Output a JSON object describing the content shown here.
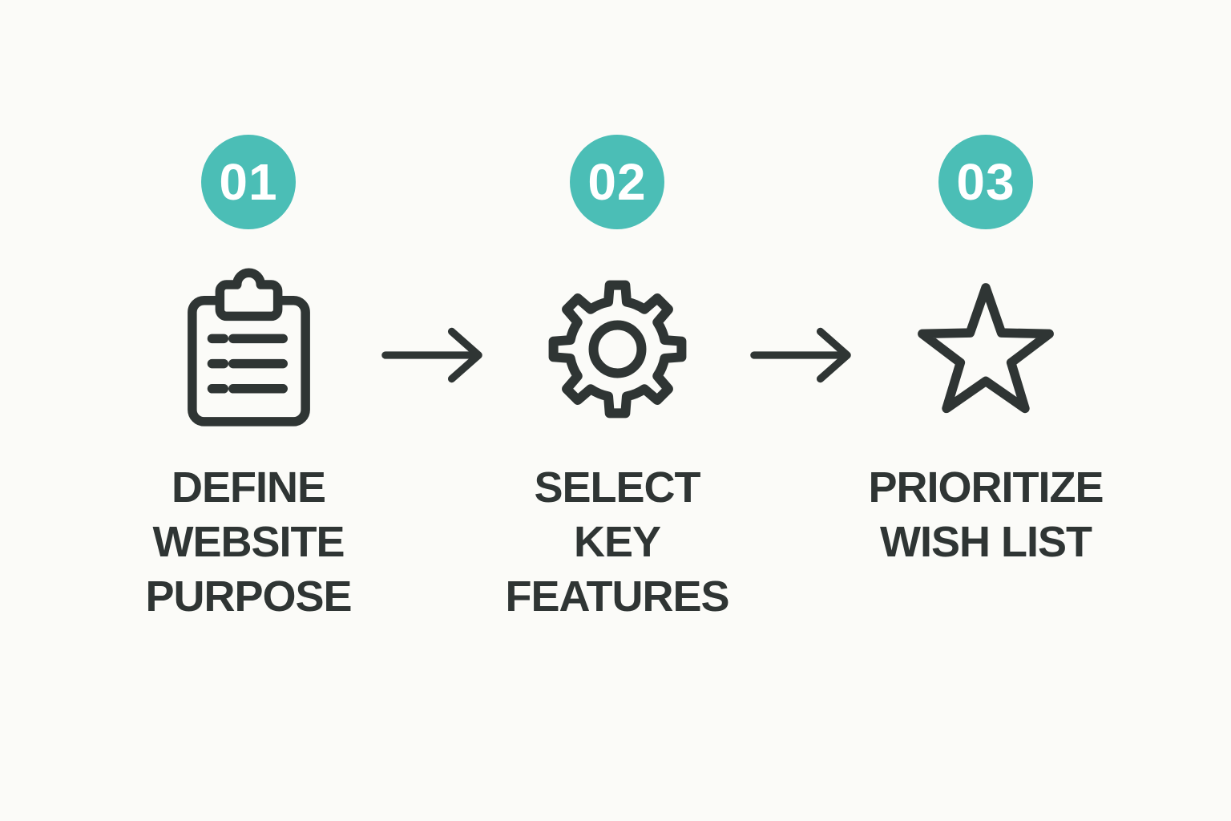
{
  "colors": {
    "background": "#fbfbf8",
    "badge": "#4bbeb6",
    "badge_text": "#ffffff",
    "ink": "#2f3534"
  },
  "steps": [
    {
      "number": "01",
      "icon": "clipboard-icon",
      "label": "DEFINE\nWEBSITE\nPURPOSE"
    },
    {
      "number": "02",
      "icon": "gear-icon",
      "label": "SELECT\nKEY\nFEATURES"
    },
    {
      "number": "03",
      "icon": "star-icon",
      "label": "PRIORITIZE\nWISH LIST"
    }
  ],
  "connectors": [
    {
      "icon": "arrow-right-icon"
    },
    {
      "icon": "arrow-right-icon"
    }
  ]
}
